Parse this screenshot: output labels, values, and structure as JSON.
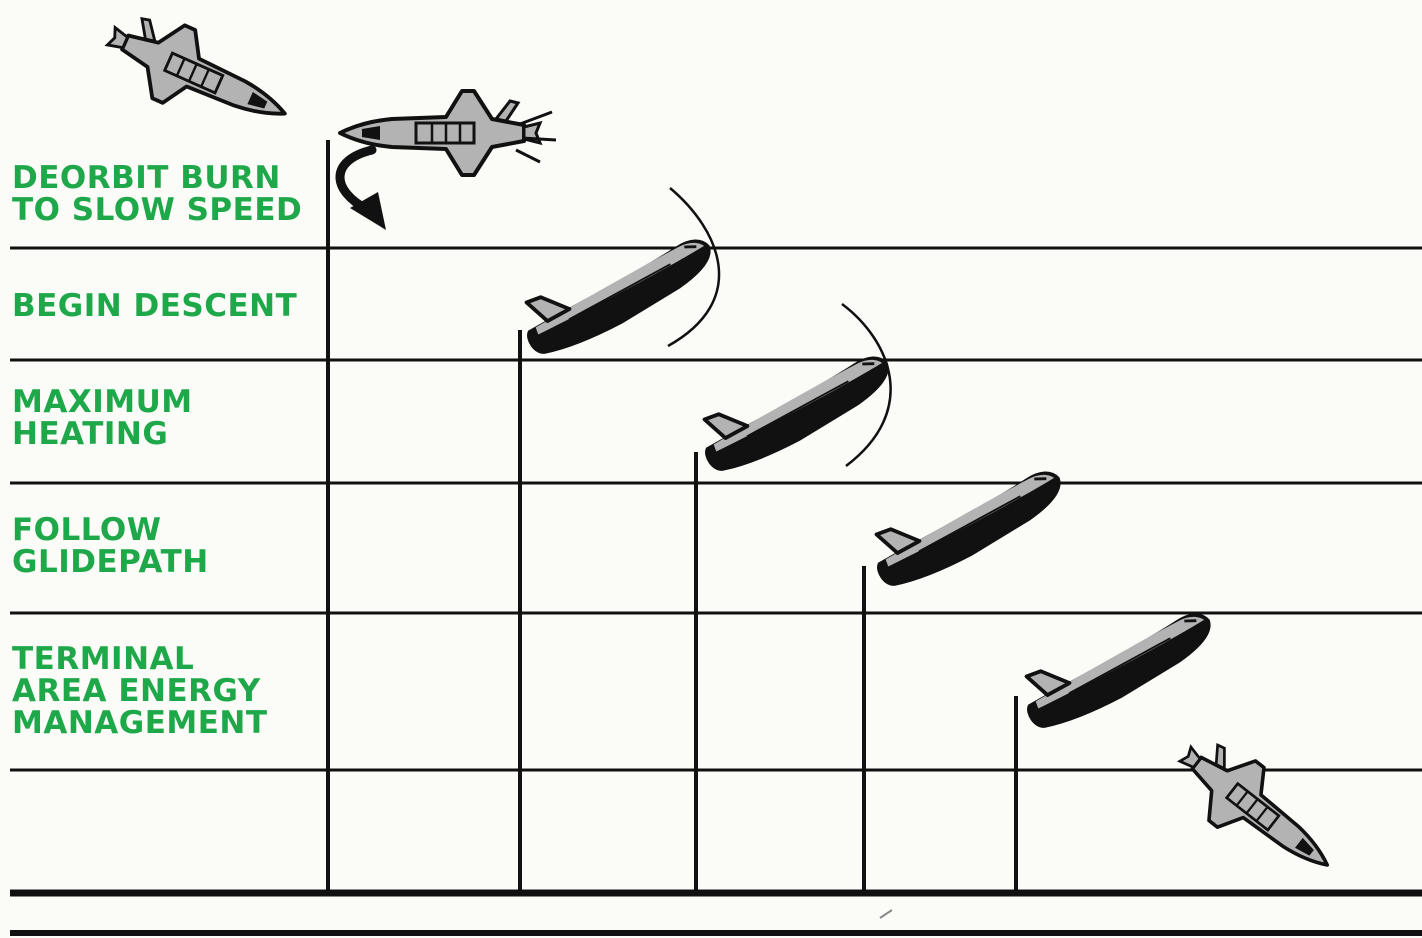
{
  "colors": {
    "label_green": "#1fa84a",
    "ink": "#111111",
    "shuttle_gray": "#b3b3b3",
    "background": "#fbfbf8"
  },
  "stages": [
    {
      "id": "deorbit-burn",
      "lines": [
        "DEORBIT BURN",
        "TO SLOW SPEED"
      ]
    },
    {
      "id": "begin-descent",
      "lines": [
        "BEGIN DESCENT"
      ]
    },
    {
      "id": "maximum-heating",
      "lines": [
        "MAXIMUM",
        "HEATING"
      ]
    },
    {
      "id": "follow-glidepath",
      "lines": [
        "FOLLOW",
        "GLIDEPATH"
      ]
    },
    {
      "id": "terminal-area-energy-management",
      "lines": [
        "TERMINAL",
        "AREA ENERGY",
        "MANAGEMENT"
      ]
    }
  ],
  "icons": [
    "shuttle-orbit-icon",
    "shuttle-burn-icon",
    "burn-arrow-icon",
    "shuttle-descent-icon",
    "heat-shock-arc-icon",
    "shuttle-heating-icon",
    "shuttle-glide-icon",
    "shuttle-taem-icon",
    "shuttle-landing-icon"
  ]
}
